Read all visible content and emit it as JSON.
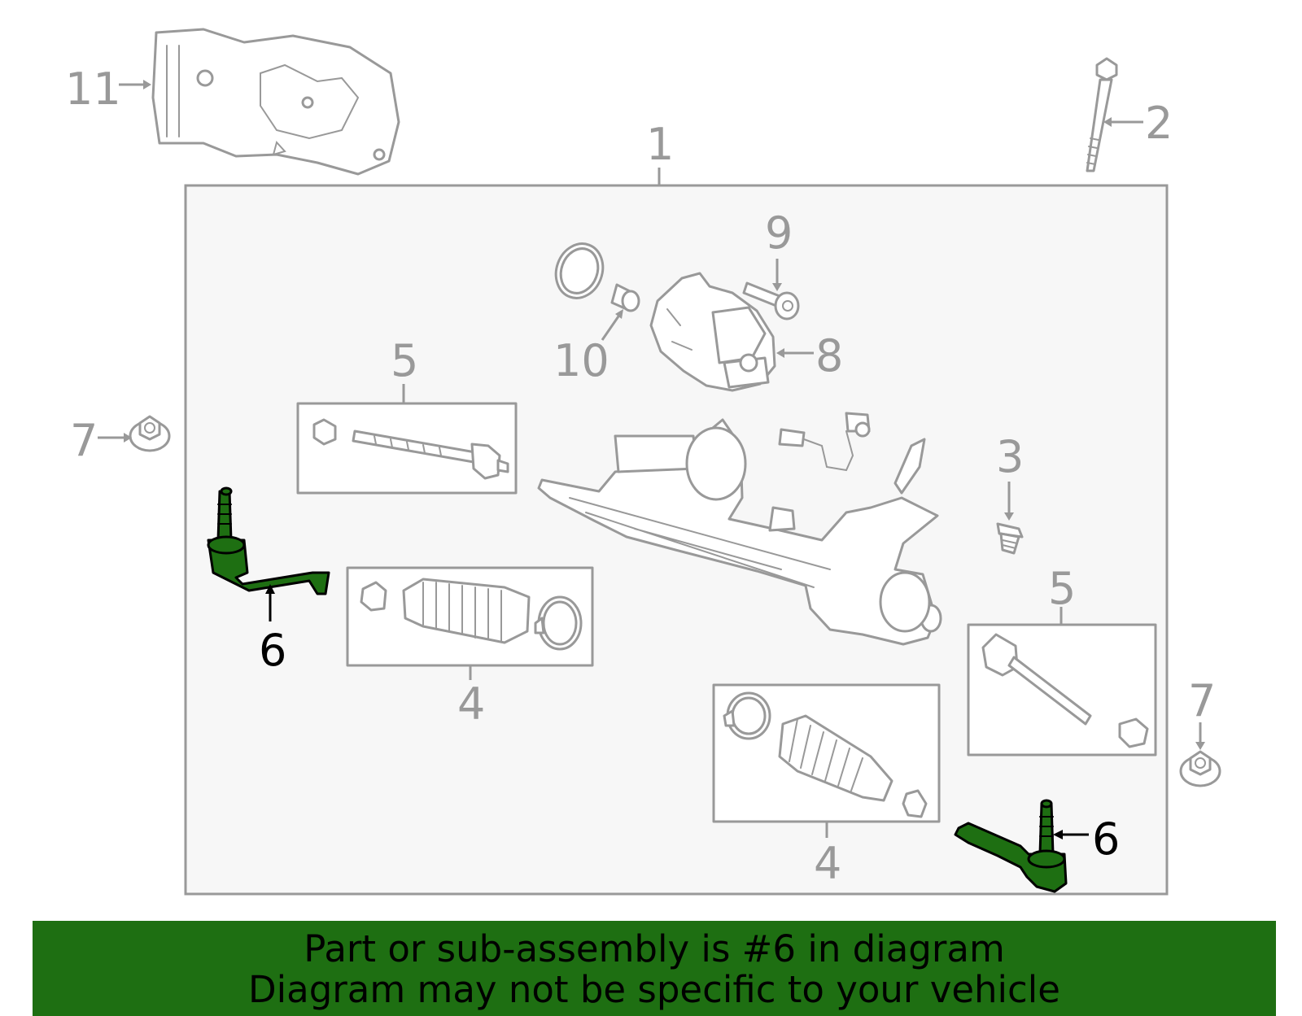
{
  "diagram": {
    "highlighted_part": "6",
    "highlight_color": "#1e6f12",
    "callouts": {
      "c1": "1",
      "c2": "2",
      "c3": "3",
      "c4a": "4",
      "c4b": "4",
      "c5a": "5",
      "c5b": "5",
      "c6a": "6",
      "c6b": "6",
      "c7a": "7",
      "c7b": "7",
      "c8": "8",
      "c9": "9",
      "c10": "10",
      "c11": "11"
    }
  },
  "banner": {
    "line1": "Part or sub-assembly is #6 in diagram",
    "line2": "Diagram may not be specific to your vehicle"
  }
}
